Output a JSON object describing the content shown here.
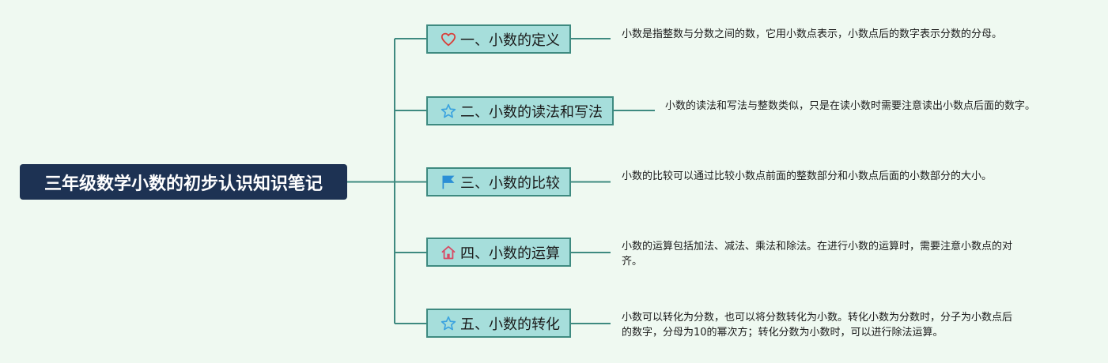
{
  "root": {
    "title": "三年级数学小数的初步认识知识笔记"
  },
  "branches": [
    {
      "label": "一、小数的定义",
      "icon": "heart-icon",
      "note": "小数是指整数与分数之间的数，它用小数点表示，小数点后的数字表示分数的分母。"
    },
    {
      "label": "二、小数的读法和写法",
      "icon": "star-icon",
      "note": "小数的读法和写法与整数类似，只是在读小数时需要注意读出小数点后面的数字。"
    },
    {
      "label": "三、小数的比较",
      "icon": "flag-icon",
      "note": "小数的比较可以通过比较小数点前面的整数部分和小数点后面的小数部分的大小。"
    },
    {
      "label": "四、小数的运算",
      "icon": "home-icon",
      "note": "小数的运算包括加法、减法、乘法和除法。在进行小数的运算时，需要注意小数点的对齐。"
    },
    {
      "label": "五、小数的转化",
      "icon": "star-icon",
      "note": "小数可以转化为分数，也可以将分数转化为小数。转化小数为分数时，分子为小数点后的数字，分母为10的幂次方；转化分数为小数时，可以进行除法运算。"
    }
  ],
  "colors": {
    "background": "#eff9f1",
    "root_fill": "#1d3253",
    "branch_fill": "#a6dedb",
    "branch_border": "#3e8a80",
    "line": "#3e8a80",
    "heart": "#d8403a",
    "star": "#3ba3df",
    "flag": "#2b8fd6",
    "home": "#d84a64"
  }
}
